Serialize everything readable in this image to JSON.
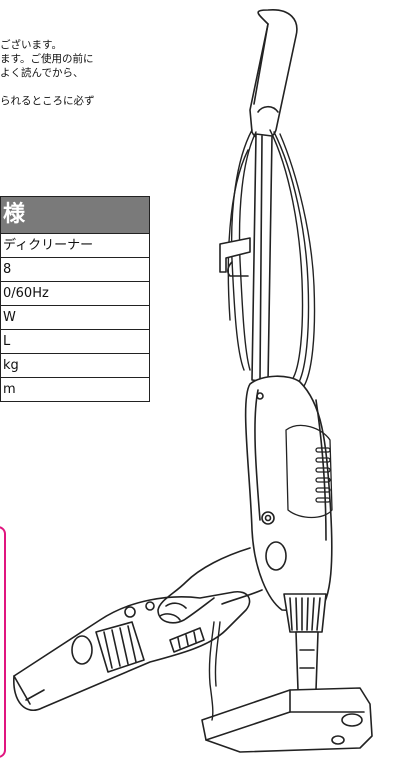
{
  "intro_text": {
    "lines": [
      "ございます。",
      "ます。ご使用の前に",
      "よく読んでから、",
      "",
      "られるところに必ず"
    ]
  },
  "spec_table": {
    "header": "様",
    "rows": [
      "ディクリーナー",
      "8",
      "0/60Hz",
      "W",
      "L",
      "kg",
      "m"
    ]
  },
  "illustration": {
    "subject": "stick vacuum cleaner with detachable handheld unit"
  },
  "colors": {
    "table_header": "#7a7a7a",
    "notice_border": "#e0157f",
    "line_art": "#222222"
  }
}
